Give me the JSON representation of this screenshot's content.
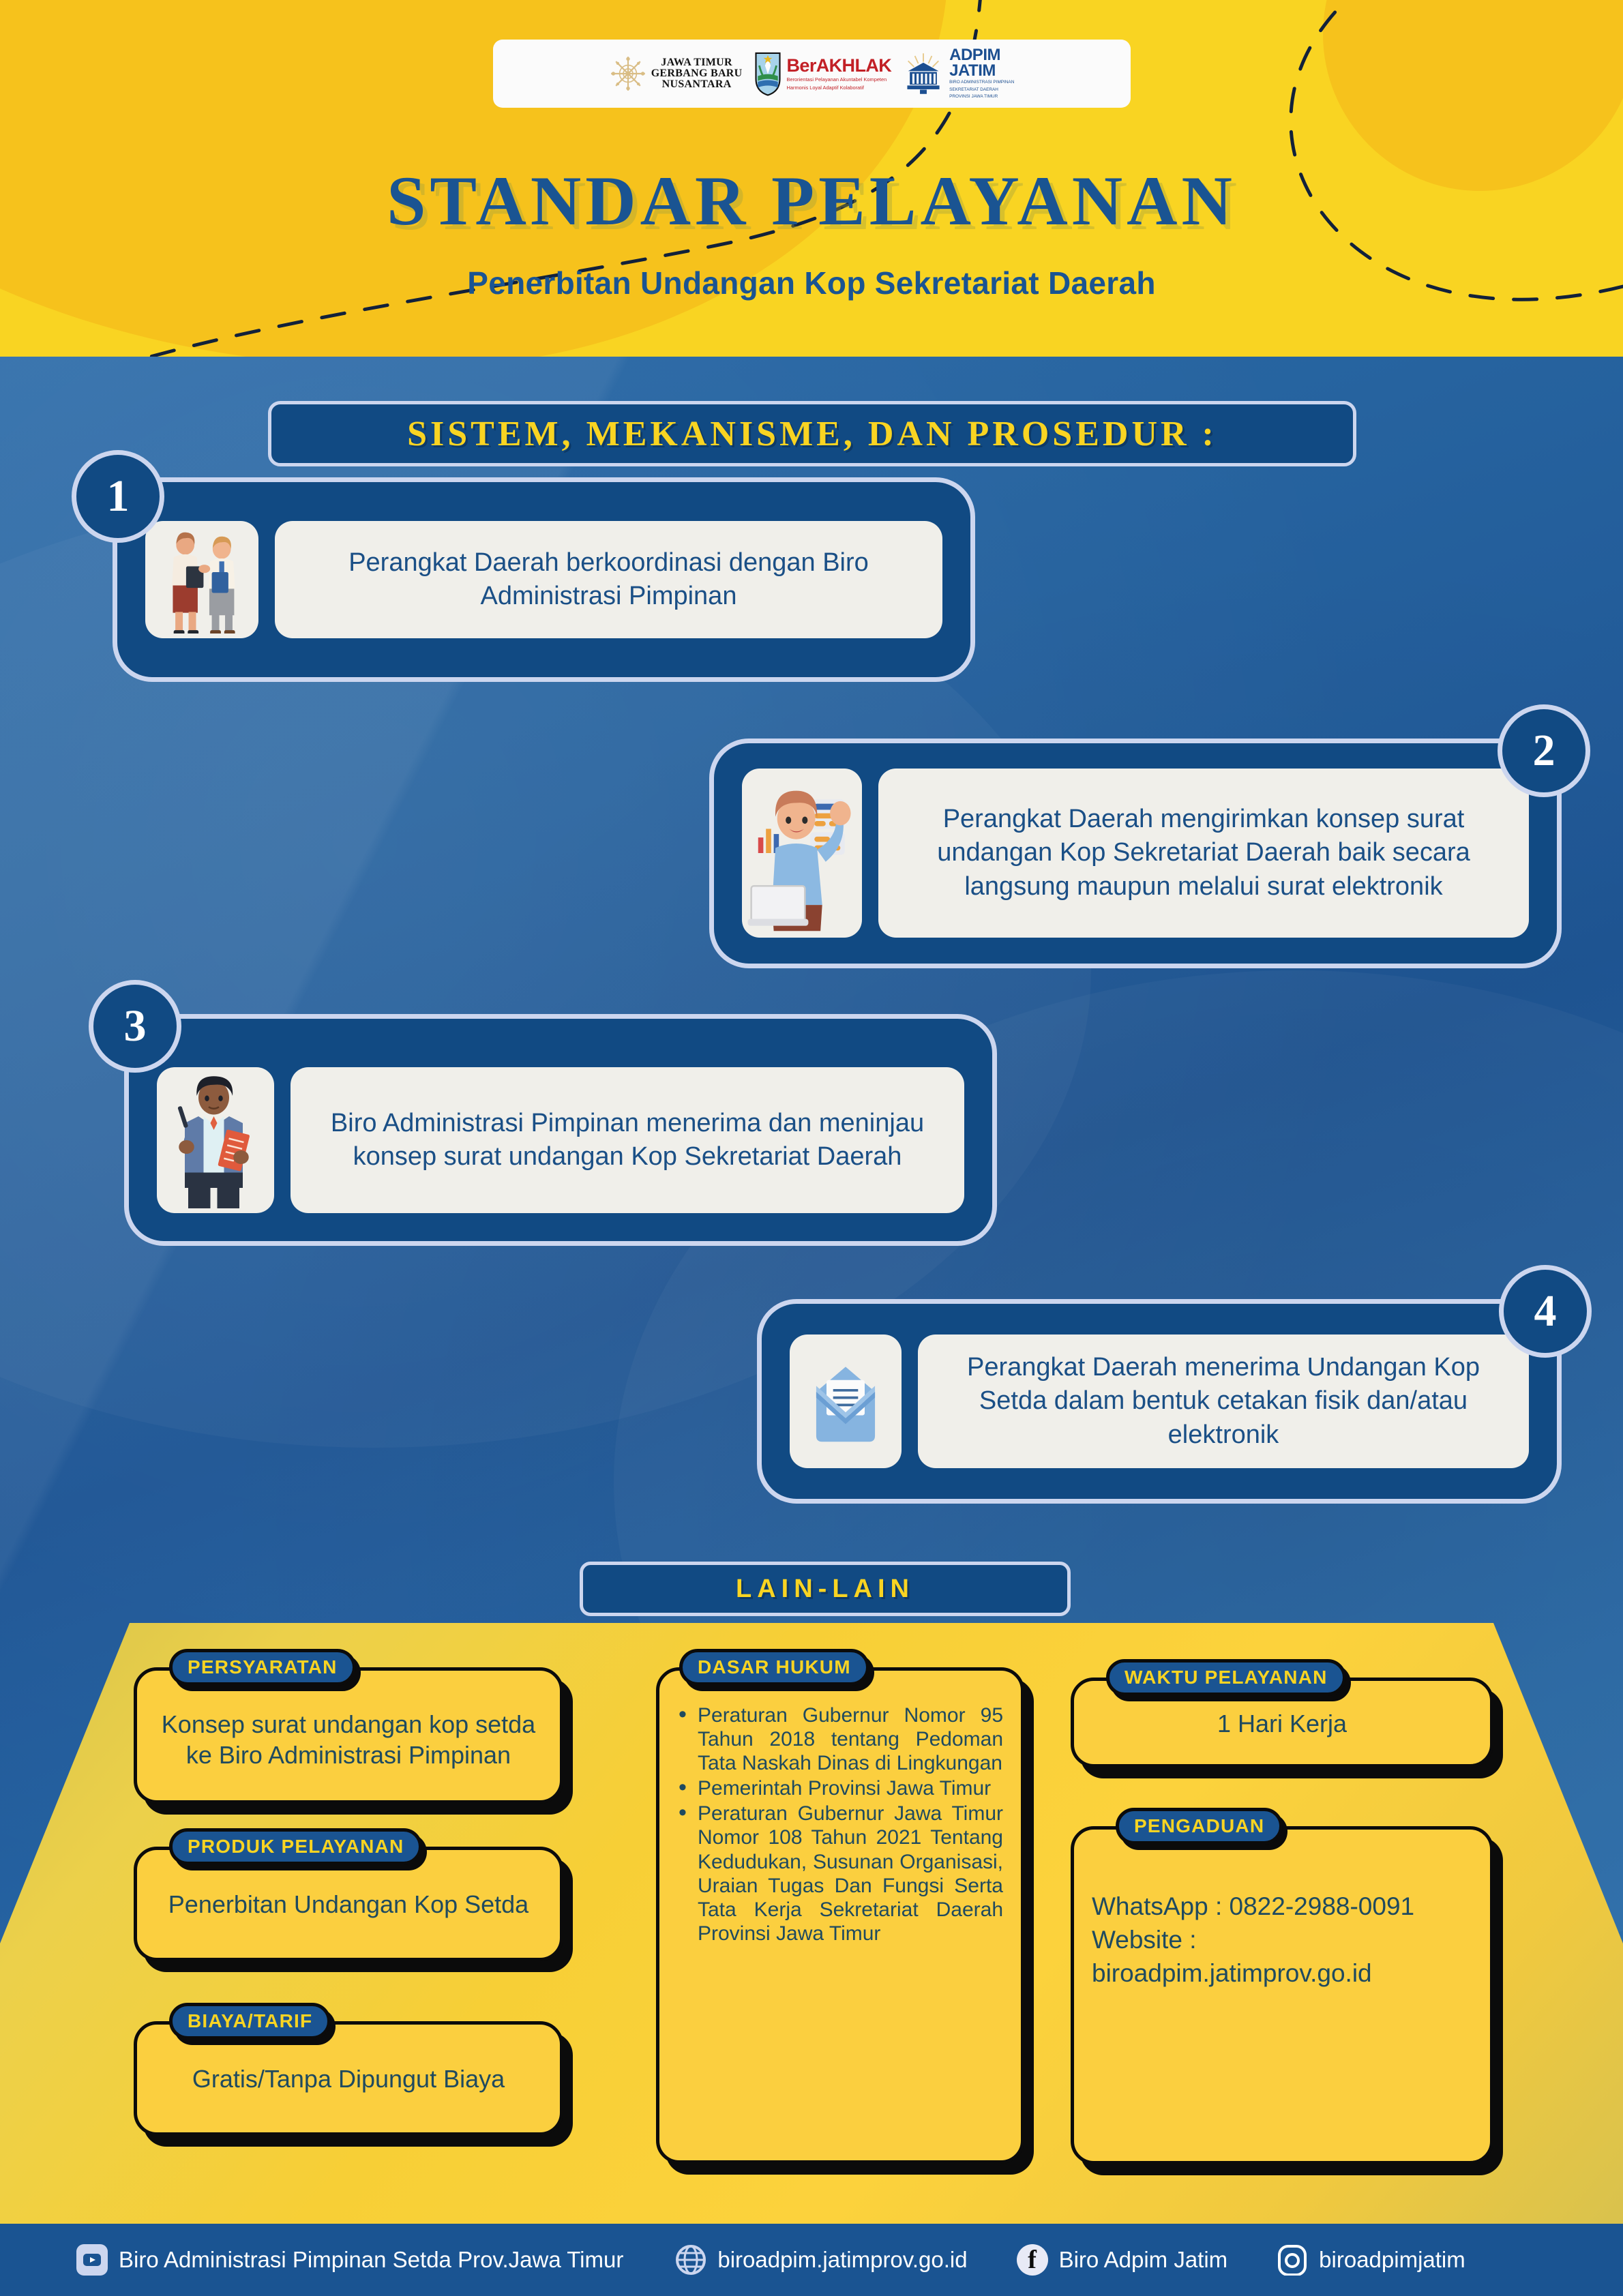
{
  "header": {
    "title": "STANDAR PELAYANAN",
    "subtitle": "Penerbitan Undangan Kop Sekretariat Daerah",
    "logos": {
      "jatim_line1": "JAWA TIMUR",
      "jatim_line2": "GERBANG BARU",
      "jatim_line3": "NUSANTARA",
      "berakhlak_main": "BerAKHLAK",
      "berakhlak_sub1": "Berorientasi Pelayanan Akuntabel Kompeten",
      "berakhlak_sub2": "Harmonis Loyal Adaptif Kolaboratif",
      "adpim_main1": "ADPIM",
      "adpim_main2": "JATIM",
      "adpim_sub1": "BIRO ADMINISTRASI PIMPINAN",
      "adpim_sub2": "SEKRETARIAT DAERAH",
      "adpim_sub3": "PROVINSI JAWA TIMUR"
    }
  },
  "procedure": {
    "banner": "SISTEM, MEKANISME, DAN PROSEDUR :",
    "steps": [
      {
        "number": "1",
        "icon": "two-people-discussing-icon",
        "text": "Perangkat Daerah berkoordinasi dengan Biro Administrasi Pimpinan"
      },
      {
        "number": "2",
        "icon": "woman-with-laptop-icon",
        "text": "Perangkat Daerah mengirimkan konsep surat undangan Kop Sekretariat Daerah baik secara langsung maupun melalui surat elektronik"
      },
      {
        "number": "3",
        "icon": "man-reviewing-document-icon",
        "text": "Biro Administrasi Pimpinan menerima dan meninjau konsep surat undangan Kop Sekretariat Daerah"
      },
      {
        "number": "4",
        "icon": "envelope-icon",
        "text": "Perangkat Daerah menerima Undangan Kop Setda dalam bentuk cetakan fisik dan/atau elektronik"
      }
    ]
  },
  "other": {
    "banner": "LAIN-LAIN",
    "persyaratan": {
      "tag": "PERSYARATAN",
      "text": "Konsep surat undangan kop setda ke Biro Administrasi Pimpinan"
    },
    "produk_pelayanan": {
      "tag": "PRODUK PELAYANAN",
      "text": "Penerbitan Undangan Kop Setda"
    },
    "biaya_tarif": {
      "tag": "BIAYA/TARIF",
      "text": "Gratis/Tanpa Dipungut Biaya"
    },
    "dasar_hukum": {
      "tag": "DASAR HUKUM",
      "items": [
        "Peraturan Gubernur Nomor 95 Tahun 2018 tentang Pedoman Tata Naskah Dinas di Lingkungan",
        "Pemerintah Provinsi Jawa Timur",
        "Peraturan Gubernur Jawa Timur Nomor 108 Tahun 2021 Tentang Kedudukan, Susunan Organisasi, Uraian Tugas Dan Fungsi Serta Tata Kerja Sekretariat Daerah Provinsi Jawa Timur"
      ]
    },
    "waktu_pelayanan": {
      "tag": "WAKTU PELAYANAN",
      "text": "1 Hari Kerja"
    },
    "pengaduan": {
      "tag": "PENGADUAN",
      "line1": "WhatsApp : 0822-2988-0091",
      "line2": "Website :",
      "line3": "biroadpim.jatimprov.go.id"
    }
  },
  "footer": {
    "youtube": {
      "icon": "youtube-icon",
      "label": "Biro Administrasi Pimpinan Setda Prov.Jawa Timur"
    },
    "website": {
      "icon": "globe-icon",
      "label": "biroadpim.jatimprov.go.id"
    },
    "facebook": {
      "icon": "facebook-icon",
      "label": "Biro Adpim Jatim"
    },
    "instagram": {
      "icon": "instagram-icon",
      "label": "biroadpimjatim"
    }
  },
  "colors": {
    "yellow": "#f9d422",
    "card_yellow": "#fbcf3f",
    "deep_blue": "#1a5492",
    "panel_blue": "#114a83",
    "light_border": "#ccd6ef",
    "text_blue": "#1f4a5f"
  }
}
